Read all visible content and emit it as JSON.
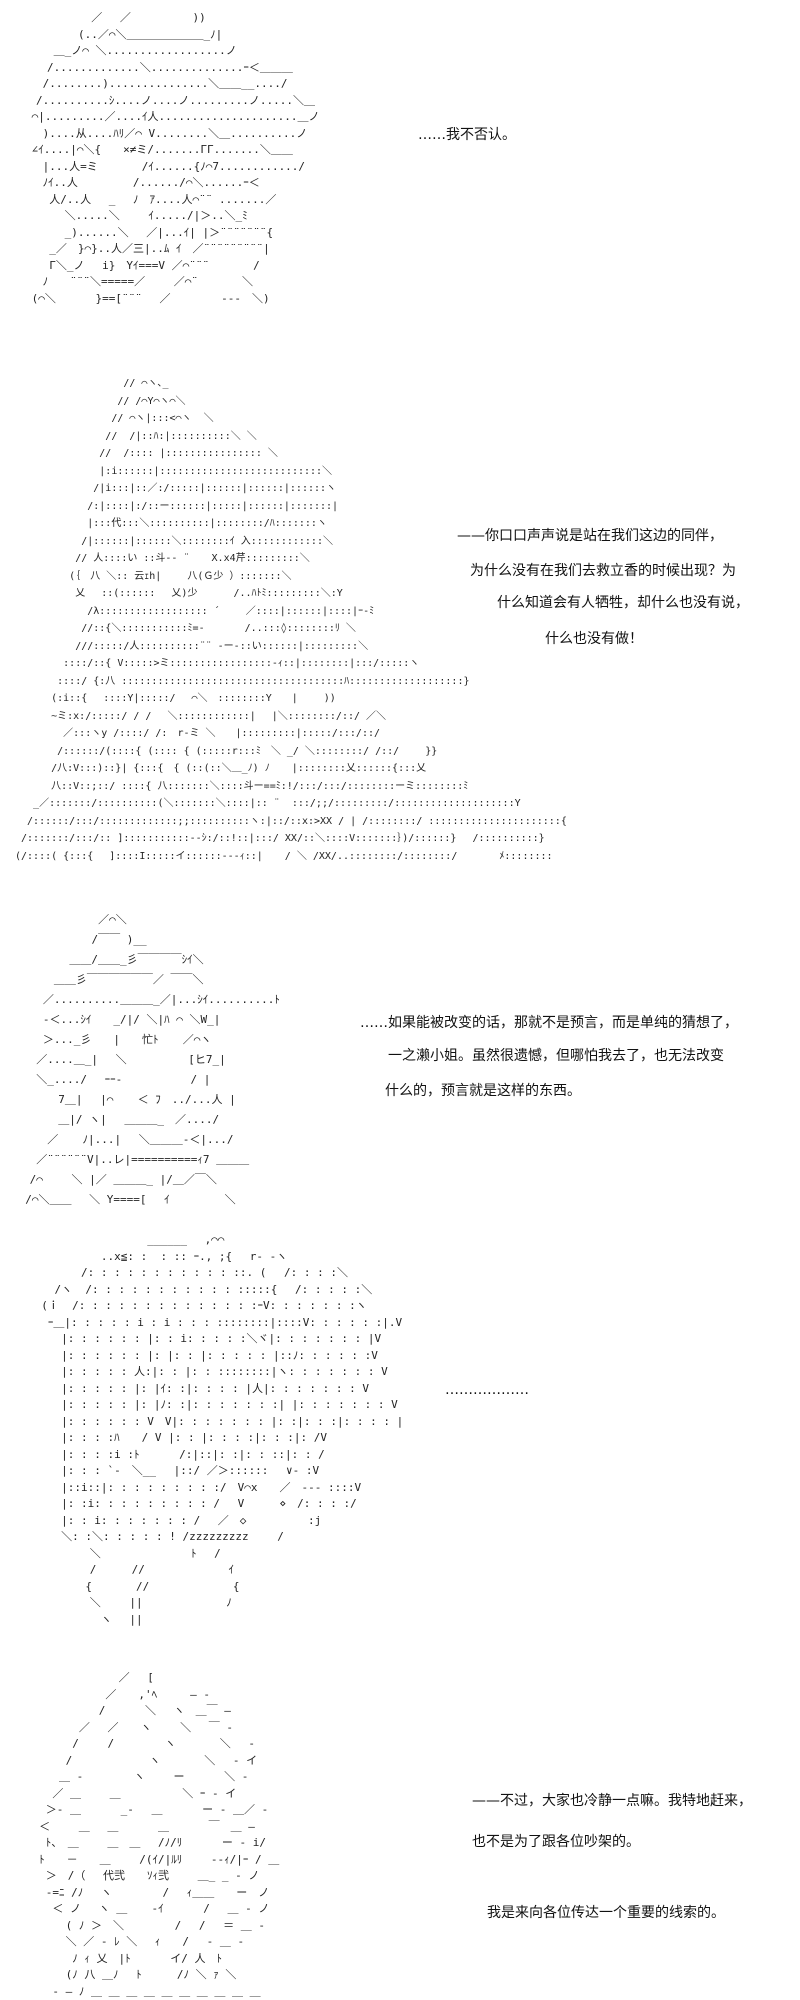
{
  "panels": [
    {
      "art": "          ／　 ／　　　　　 ))\n        (..／⌒＼＿＿＿＿＿＿＿_ﾉ|\n　　 ＿_ノ⌒ ＼..................ノ\n　　/.............＼..............ｰ＜＿＿＿\n　 /........)...............＼＿＿__..../\n　/..........ｼ....ノ....ノ.........ノ.....＼＿\n ⌒|.........／....ｲ人.....................＿ノ\n 　)....从....ﾊﾘ／⌒ V........＼＿..........ノ\n ∠ｲ....|⌒＼{　　×≠ミ/.......ΓΓ.......＼＿＿\n 　|...人=ミ　　　　/ｲ......{ﾉ⌒7............/\n 　ﾉｲ..人　　　　　/....../⌒＼......ｰ＜\n 　 人/..人　 _　 ﾉ　ｱ....人⌒¨¨ .......／\n 　　　＼.....＼　　 ｲ...../|＞..＼_ﾐ\n 　　　_)......＼　 ／|...ｲ| |＞¨¨¨¨¨¨¨{\n 　 _／　}⌒}..人／三|..ﾑ ｲ　／¨¨¨¨¨¨¨¨¨|\n 　 Γ＼_ノ　 i}　Yｲ===V ／⌒¨¨¨　　　　/\n 　ﾉ　　¨¨¨＼=====／　　 ／⌒¨　　　　＼\n (⌒＼　　　 }==[¨¨¨ 　／　　　　 ---　＼)",
      "lines": [
        "……我不否认。"
      ]
    },
    {
      "art": "                  // ⌒ヽ､_\n                 // /⌒Y⌒ヽ⌒＼\n                // ⌒ヽ|:::<⌒ヽ  ＼\n               //  /|::ﾊ:|::::::::::＼ ＼\n              //  /:::: |:::::::::::::::: ＼\n              |:i::::::|:::::::::::::::::::::::::::＼\n             /|i:::|::／:/:::::|::::::|::::::|::::::ヽ\n            /:|::::|:/::ー::::::|:::::|::::::|:::::::|\n            |:::代:::＼::::::::::|::::::::/ﾊ:::::::ヽ\n           /|::::::|::::::＼::::::::ｲ 入::::::::::::＼\n          // 人::::い ::斗-‐ ¨ 　 X.x4芹:::::::::＼\n         (｛　八 ＼:: 云ｪh|　　 八(Ｇ少 ）:::::::＼\n          乂　 ::(::::::　 乂)少　　　 /..ﾊﾄﾐ:::::::::＼:Y\n            /λ:::::::::::::::::: ´ 　　／::::|::::::|::::|ｰ-ﾐ\n           //::{＼:::::::::::ﾐ=-　　　　/..:::◊::::::::ﾘ ＼\n          ///:::::/人::::::::::¨¨ ‐ー‐::い::::::|:::::::::＼\n        ::::/::{ V:::::>ミ:::::::::::::::::-ｨ::|::::::::|:::/:::::ヽ\n       ::::/ {:八 :::::::::::::::::::::::::::::::::::::ﾊ:::::::::::::::::::}\n      (:i::{ 　::::Y|:::::/　 ⌒＼　::::::::Y　　| 　　))\n      ~ミ:x:/:::::/ / /　 ＼::::::::::::|　 |＼::::::::/::/ ／＼\n        ／:::ヽy /::::/ /:　r-ミ ＼　　|:::::::::|:::::/:::/::/\n       /::::::/(::::{ (:::: { (:::::r:::ﾐ　＼ _/ ＼::::::::/ /::/　　 }}\n      /八:V:::)::}| {:::{　{ (::(::＼＿_ﾉ) ﾉ 　 |::::::::乂::::::{:::乂\n      八::V::;::/ ::::{ 八:::::::＼::::斗ー==ﾐ:!/:::/:::/::::::::ーミ::::::::ﾐ\n   _／:::::::/::::::::::(＼:::::::＼::::|:: ¨  :::/;;/:::::::::/::::::::::::::::::::Y\n  /::::::/:::/:::::::::::::;;::::::::::ヽ:|::/::x:>XX / | /::::::::/ ::::::::::::::::::::::{\n /:::::::/:::/:: ]:::::::::::--ｼ:/::!::|:::/ XX/::＼::::V:::::::｝)/::::::}　 /::::::::::}\n(/::::( {:::{ 　]::::I:::::イ::::::--‐ｨ::| 　 / ＼ /XX/..::::::::/::::::::/　　 　 ﾒ::::::::",
      "lines": [
        "——你口口声声说是站在我们这边的同伴，",
        "为什么没有在我们去救立香的时候出现？为",
        "什么知道会有人牺牲，却什么也没有说，",
        "什么也没有做！"
      ]
    },
    {
      "art": "             ／⌒＼\n            /￣￣ )__\n      　 ＿＿/＿＿_彡￣￣￣￣ｼｲ＼\n  　　 ＿＿彡￣￣￣￣￣￣／ ￣￣＼\n  　 ／..........＿＿＿_／|...ｼｲ..........ﾄ\n  　 ‐＜...ｼｲ　　_/|/ ＼|ﾊ ⌒ ＼W_|\n  　 ＞..._彡　　|　　忙ﾄ 　 ／⌒ヽ\n 　 ／....＿_|　 ＼　　　　　 [ヒ7_|\n 　 ＼_..../　 ｰｰ‐　　　 　 　/ |\n 　　　 7＿|　 |⌒ 　 ＜ ﾌ　../...人 |\n 　　　 ＿|/ ヽ|　 ＿＿＿_　／..../\n 　　 ／　  ﾉ|...|　 ＼＿＿＿-＜|.../\n 　 ／¨¨¨¨¨¨V|..レ|==========ｨ7 ＿＿＿\n 　/⌒　　 ＼ |／ ＿＿＿_ |/＿／￣＼\n  /⌒＼＿＿　 ＼ Y====[　 ｲ　　　　　＼",
      "lines": [
        "……如果能被改变的话，那就不是预言，而是单纯的猜想了，",
        "一之濑小姐。虽然很遗憾，但哪怕我去了，也无法改变",
        "什么的，预言就是这样的东西。"
      ]
    },
    {
      "art": "                  ______　 ,⌒⌒\n           ..x≦: :  : :: ｰ., ;{ 　r‐ ‐ヽ\n        /: : : : : : : : : : : ::. ( 　/: : : :＼\n    /ヽ  /: : : : : : : : : : : :::::{ 　/: : : : :＼\n  (ｉ  /: : : : : : : : : : : : : :ｰV: : : : : : :ヽ\n   ｰ＿|: : : : : i : i : : : ::::::::|::::V: : : : : :|.V\n     |: : : : : : |: : i: : : : :＼ヾ|: : : : : : : |V\n     |: : : : : : |: |: : |: : : : : |::ﾉ: : : : : :V\n     |: : : : : 人:|: : |: : ::::::::|ヽ: : : : : : : V\n     |: : : : : |: |ｲ: :|: : : : |人|: : : : : : : V\n     |: : : : : |: |ﾉ: :|: : : : : : :| |: : : : : : : V\n     |: : : : : : V　V|: : : : : : : |: :|: : :|: : : : |\n     |: : : :ﾊ　　/ V |: : |: : : :|: : :|: /V\n     |: : : :i :ﾄ　　　 /:|::|: :|: : ::|: : /\n     |: : : `‐　＼__ 　|::/ ／＞:::::: 　∨‐ :V\n     |::i::|: : : : : : : : :/　V⌒x　　／　‐‐‐ ::::V\n     |: :i: : : : : : : : : /　 V 　　 ⋄　/: : : :/\n     |: : i: : : : : : : /　 ／　◇　　　　　 :j\n     ＼: :＼: : : : : ! /zzzzzzzzz　　 /\n      　　＼ 　　　　　　　 ﾄ　 /\n      　　/ 　　 //　　　　　　　 ｲ\n      　 {　　　　//　　　　　　　 {\n      　　＼　　 ||　　　　　　　 ﾉ\n      　　　ヽ　 ||",
      "lines": [
        "………………"
      ]
    },
    {
      "art": "                 ／ 　[\n               ／　　,'ﾍ　　　― ‐\n              /　　　 ＼ 　ヽ　＿￣ ―\n           ／　 ／　　ヽ　　 ＼ 　￣ ‐\n          /　　 /　　　　 ヽ　　　　＼　 ‐\n         /　　　　　　　ヽ　　　　＼　 ‐ イ\n        ＿ ‐　　　　 ヽ　　 ー　　　 ＼ ‐　\n       ／ ＿　　 ＿　　　　　 ＼ ｰ ‐ イ\n      ＞‐ ＿　　　 _‐　 ＿ 　　　ー ‐ ＿／ ‐\n     ＜　　 ＿　 ＿　　　 ＿ 　　　￣　＿ ―\n      ﾄ、　＿　　 ＿　＿ 　/ﾉ/ﾘ　　　 ー ‐ i/\n     ﾄ　　－　　＿　　 /(ｲ/|ﾙﾘ　　 ‐‐ｨ/|ｰ / ＿\n      ＞　/（　 代弐　　ｿｨ弐　　 ＿_ _ ‐ ノ\n      -=ﾆ /ﾉ　 ヽ 　　　　/　 ｨ＿＿　　ー　ノ\n       ＜ ノ 　ヽ ＿ 　 ‐ｲ　　　 /　 ＿ ‐ ノ\n         ( ﾉ ＞　＼ 　　　　/ 　/　 ＝ ＿ ‐\n         ＼ ／ ‐ ﾚ ＼ 　ｨ　　/　 ‐ ＿ ‐\n          ﾉ ｨ 乂　|ﾄ 　　　イ/ 人　ﾄ　\n         (ﾉ 八 ＿ﾉ 　ﾄ 　　 /ﾉ ＼ ｧ ＼\n       ‐ ― ﾉ ＿ ＿ ＿ ＿ ＿ ＿ ＿ ＿ ＿ ＿",
      "lines": [
        "——不过，大家也冷静一点嘛。我特地赶来，",
        "也不是为了跟各位吵架的。",
        "我是来向各位传达一个重要的线索的。"
      ]
    }
  ]
}
